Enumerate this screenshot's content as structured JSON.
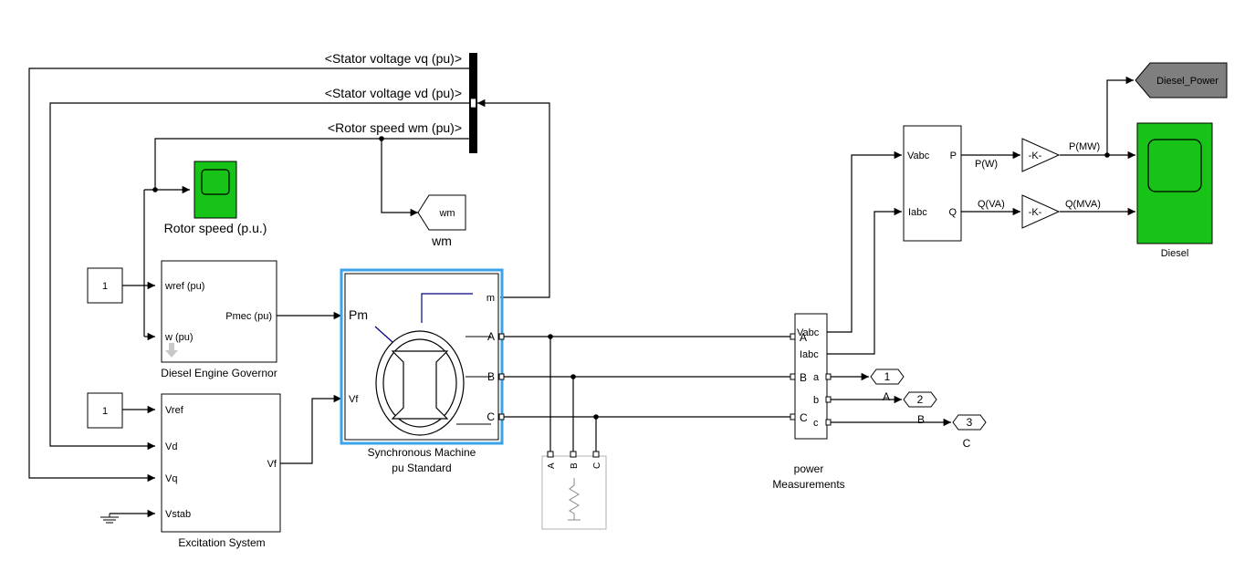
{
  "colors": {
    "scope_green": "#16c316",
    "selected_blue": "#3ba3ea",
    "link_blue": "#1f7ee0",
    "pm_blue": "#000080",
    "goto_gray": "#7f7f7f"
  },
  "signals": {
    "stator_vq": "<Stator voltage  vq (pu)>",
    "stator_vd": "<Stator voltage  vd (pu)>",
    "rotor_wm": "<Rotor speed  wm  (pu)>",
    "pw": "P(W)",
    "qva": "Q(VA)",
    "pmw": "P(MW)",
    "qmva": "Q(MVA)"
  },
  "blocks": {
    "rotor_scope_label": "Rotor speed (p.u.)",
    "wm_goto_tag": "wm",
    "wm_label": "wm",
    "const1": "1",
    "const2": "1",
    "governor": {
      "in1": "wref (pu)",
      "in2": "w (pu)",
      "out": "Pmec (pu)",
      "label": "Diesel Engine Governor"
    },
    "excitation": {
      "in1": "Vref",
      "in2": "Vd",
      "in3": "Vq",
      "in4": "Vstab",
      "out": "Vf",
      "label": "Excitation System"
    },
    "machine": {
      "pm": "Pm",
      "vf": "Vf",
      "m": "m",
      "a": "A",
      "b": "B",
      "c": "C",
      "label_line1": "Synchronous Machine",
      "label_line2": "pu Standard"
    },
    "load": {
      "a": "A",
      "b": "B",
      "c": "C"
    },
    "meas": {
      "vabc": "Vabc",
      "iabc": "Iabc",
      "A": "A",
      "B": "B",
      "C": "C",
      "a": "a",
      "b": "b",
      "c": "c",
      "label_line1": "power",
      "label_line2": "Measurements"
    },
    "pq": {
      "vabc": "Vabc",
      "iabc": "Iabc",
      "p": "P",
      "q": "Q"
    },
    "gain1": "-K-",
    "gain2": "-K-",
    "diesel_goto": "Diesel_Power",
    "diesel_scope_label": "Diesel",
    "port1": "1",
    "port2": "2",
    "port3": "3",
    "port_label_A": "A",
    "port_label_B": "B",
    "port_label_C": "C"
  }
}
